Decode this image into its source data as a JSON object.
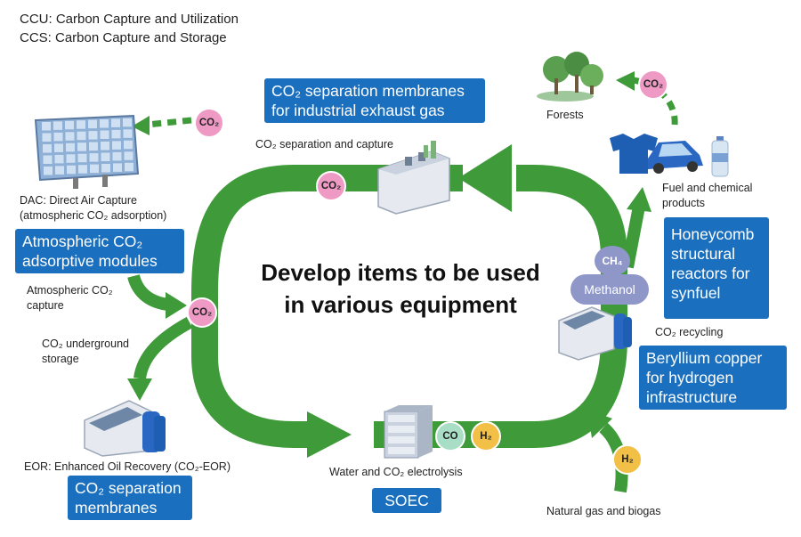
{
  "legend": {
    "ccu": "CCU: Carbon Capture and Utilization",
    "ccs": "CCS: Carbon Capture and Storage"
  },
  "center_title": {
    "line1": "Develop items to be used",
    "line2": "in various equipment"
  },
  "boxes": {
    "industrial": {
      "line1": "CO₂ separation membranes",
      "line2": "for industrial exhaust gas"
    },
    "atmospheric": {
      "line1": "Atmospheric CO₂",
      "line2": "adsorptive modules"
    },
    "honeycomb": {
      "line1": "Honeycomb",
      "line2": "structural",
      "line3": "reactors for",
      "line4": "synfuel"
    },
    "beryllium": {
      "line1": "Beryllium copper",
      "line2": "for hydrogen",
      "line3": "infrastructure"
    },
    "soec": "SOEC",
    "eor_membranes": {
      "line1": "CO₂ separation",
      "line2": "membranes"
    }
  },
  "labels": {
    "separation_capture": "CO₂ separation and capture",
    "dac_line1": "DAC: Direct Air Capture",
    "dac_line2": "(atmospheric CO₂ adsorption)",
    "atmospheric_capture_line1": "Atmospheric CO₂",
    "atmospheric_capture_line2": "capture",
    "underground_line1": "CO₂ underground",
    "underground_line2": "storage",
    "eor": "EOR: Enhanced Oil Recovery (CO₂-EOR)",
    "electrolysis": "Water and CO₂ electrolysis",
    "natural_gas": "Natural gas and biogas",
    "co2_recycling": "CO₂ recycling",
    "fuel_line1": "Fuel and chemical",
    "fuel_line2": "products",
    "forests": "Forests"
  },
  "badges": {
    "co2": "CO₂",
    "co": "CO",
    "h2": "H₂",
    "ch4": "CH₄",
    "methanol": "Methanol"
  },
  "colors": {
    "arrow_green": "#3f9a3a",
    "box_blue": "#1a6fbe",
    "co2_pink": "#ee9ac4",
    "co_mint": "#a8ddc6",
    "h2_gold": "#f2c046",
    "methane_purple": "#8f97c9"
  }
}
